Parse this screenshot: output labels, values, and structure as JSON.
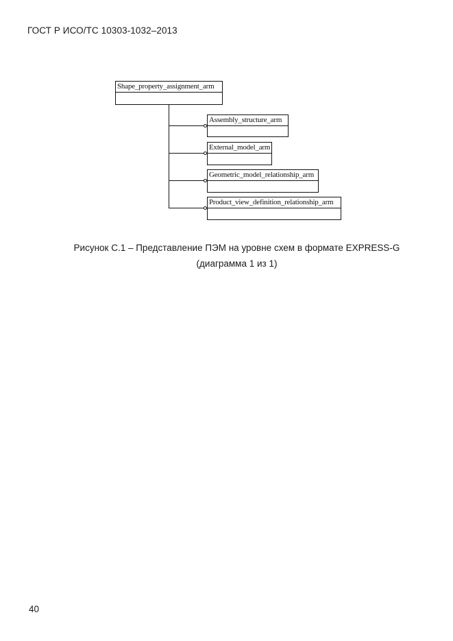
{
  "header": {
    "text": "ГОСТ Р ИСО/ТС 10303-1032–2013"
  },
  "diagram": {
    "root": {
      "name": "Shape_property_assignment_arm"
    },
    "children": [
      {
        "name": "Assembly_structure_arm"
      },
      {
        "name": "External_model_arm"
      },
      {
        "name": "Geometric_model_relationship_arm"
      },
      {
        "name": "Product_view_definition_relationship_arm"
      }
    ]
  },
  "caption": {
    "line1": "Рисунок  С.1 – Представление ПЭМ на уровне схем в формате EXPRESS-G",
    "line2": "(диаграмма 1 из 1)"
  },
  "footer": {
    "page_number": "40"
  }
}
